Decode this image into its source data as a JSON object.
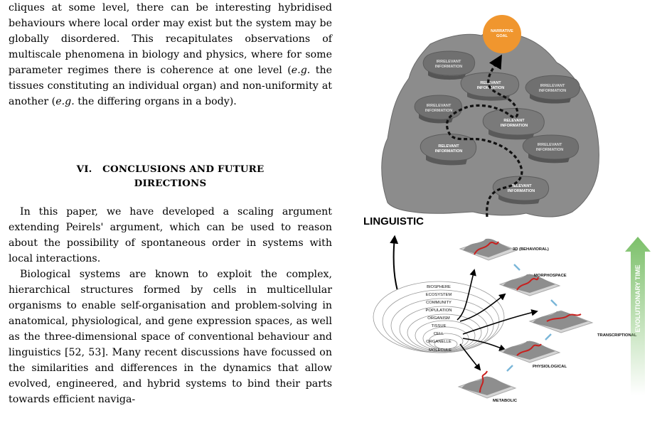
{
  "text": {
    "intro_para": {
      "before1": "cliques at some level, there can be interesting hybridised behaviours where local order may exist but the system may be globally disordered. This recapitulates observations of multiscale phenomena in biology and physics, where for some parameter regimes there is coherence at one level (",
      "eg1": "e.g.",
      "mid": " the tissues constituting an individual organ) and non-uniformity at another (",
      "eg2": "e.g.",
      "after": " the differing organs in a body)."
    },
    "section": {
      "number": "VI.",
      "title_line1": "CONCLUSIONS AND FUTURE",
      "title_line2": "DIRECTIONS"
    },
    "para2": "In this paper, we have developed a scaling argument extending Peirels' argument, which can be used to reason about the possibility of spontaneous order in systems with local interactions.",
    "para3": "Biological systems are known to exploit the complex, hierarchical structures formed by cells in multicellular organisms to enable self-organisation and problem-solving in anatomical, physiological, and gene expression spaces, as well as the three-dimensional space of conventional behaviour and linguistics [52, 53]. Many recent discussions have focussed on the similarities and differences in the dynamics that allow evolved, engineered, and hybrid systems to bind their parts towards efficient naviga-"
  },
  "figure": {
    "goal_label": [
      "NARRATIVE",
      "GOAL"
    ],
    "islands": [
      {
        "lines": [
          "IRRELEVANT",
          "INFORMATION"
        ]
      },
      {
        "lines": [
          "RELEVANT",
          "INFORMATION"
        ]
      },
      {
        "lines": [
          "IRRELEVANT",
          "INFORMATION"
        ]
      },
      {
        "lines": [
          "IRRELEVANT",
          "INFORMATION"
        ]
      },
      {
        "lines": [
          "RELEVANT",
          "INFORMATION"
        ]
      },
      {
        "lines": [
          "RELEVANT",
          "INFORMATION"
        ]
      },
      {
        "lines": [
          "IRRELEVANT",
          "INFORMATION"
        ]
      },
      {
        "lines": [
          "RELEVANT",
          "INFORMATION"
        ]
      }
    ],
    "linguistic_label": "LINGUISTIC",
    "scales": [
      "BIOSPHERE",
      "ECOSYSTEM",
      "COMMUNITY",
      "POPULATION",
      "ORGANISM",
      "TISSUE",
      "CELL",
      "ORGANELLE",
      "MOLECULE"
    ],
    "spaces": [
      "3D (BEHAVIORAL)",
      "MORPHOSPACE",
      "TRANSCRIPTIONAL",
      "PHYSIOLOGICAL",
      "METABOLIC"
    ],
    "evolution_label": "EVOLUTIONARY TIME",
    "colors": {
      "goal": "#f0962e",
      "mountain": "#8a8a8a",
      "island": "#6e6e6e",
      "path": "#c8201e",
      "arrow": "#7cc06a"
    }
  }
}
